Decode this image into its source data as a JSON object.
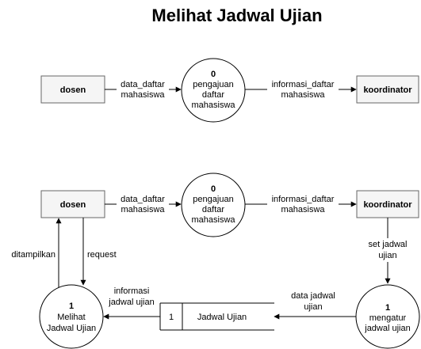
{
  "title": "Melihat Jadwal Ujian",
  "diagram1": {
    "entity_left": "dosen",
    "entity_right": "koordinator",
    "process": {
      "number": "0",
      "lines": [
        "pengajuan",
        "daftar",
        "mahasiswa"
      ]
    },
    "flow_in": [
      "data_daftar",
      "mahasiswa"
    ],
    "flow_out": [
      "informasi_daftar",
      "mahasiswa"
    ]
  },
  "diagram2": {
    "entity_left": "dosen",
    "entity_right": "koordinator",
    "process_top": {
      "number": "0",
      "lines": [
        "pengajuan",
        "daftar",
        "mahasiswa"
      ]
    },
    "flow_in": [
      "data_daftar",
      "mahasiswa"
    ],
    "flow_out": [
      "informasi_daftar",
      "mahasiswa"
    ],
    "flow_set": [
      "set jadwal",
      "ujian"
    ],
    "flow_data": [
      "data jadwal",
      "ujian"
    ],
    "flow_info": [
      "informasi",
      "jadwal ujian"
    ],
    "flow_request": "request",
    "flow_ditampilkan": "ditampilkan",
    "process_right": {
      "number": "1",
      "lines": [
        "mengatur",
        "jadwal ujian"
      ]
    },
    "process_left": {
      "number": "1",
      "lines": [
        "Melihat",
        "Jadwal Ujian"
      ]
    },
    "datastore": {
      "id": "1",
      "name": "Jadwal Ujian"
    }
  }
}
